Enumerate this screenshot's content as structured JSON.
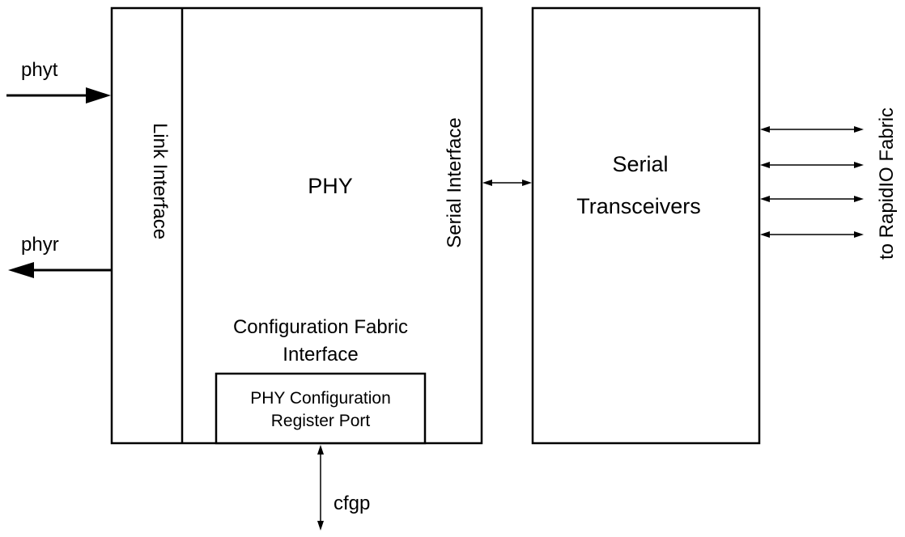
{
  "signals": {
    "phyt": "phyt",
    "phyr": "phyr",
    "cfgp": "cfgp",
    "fabric": "to RapidIO Fabric"
  },
  "blocks": {
    "link_interface": "Link Interface",
    "phy": "PHY",
    "serial_interface": "Serial Interface",
    "config_fabric_line1": "Configuration Fabric",
    "config_fabric_line2": "Interface",
    "cfg_port_line1": "PHY Configuration",
    "cfg_port_line2": "Register Port",
    "transceivers_line1": "Serial",
    "transceivers_line2": "Transceivers"
  },
  "colors": {
    "line": "#000000",
    "background": "#ffffff"
  }
}
